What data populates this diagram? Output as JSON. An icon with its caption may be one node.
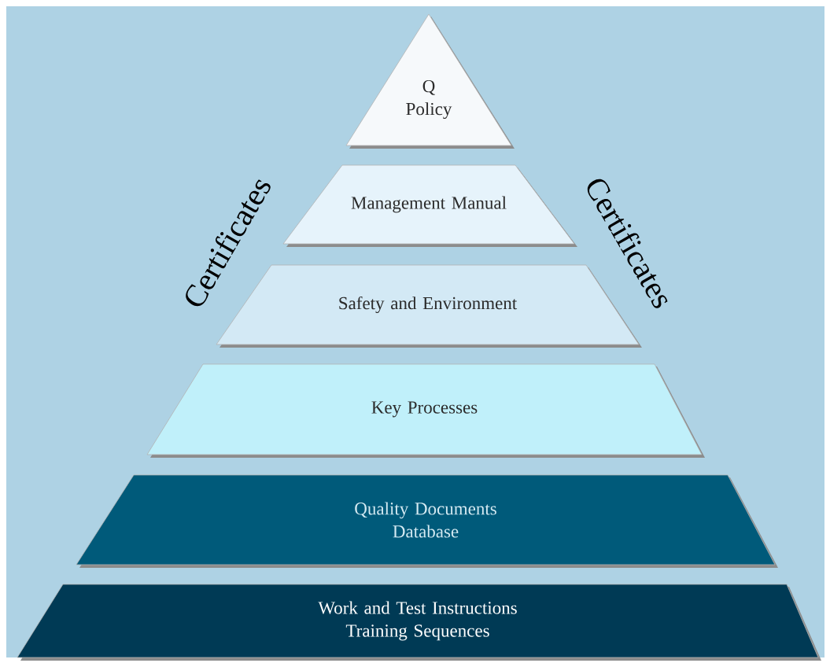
{
  "diagram": {
    "nodes": [
      {
        "text": [
          "Q Policy"
        ]
      },
      {
        "text": [
          "Management Manual"
        ]
      },
      {
        "text": [
          "Safety and Environment"
        ]
      },
      {
        "text": [
          "Key Processes"
        ]
      },
      {
        "text": [
          "Quality Documents Database"
        ]
      },
      {
        "text": [
          "Work and Test Instructions Training Sequences"
        ]
      }
    ],
    "labels": [
      "Certificates",
      "Certificates"
    ]
  }
}
